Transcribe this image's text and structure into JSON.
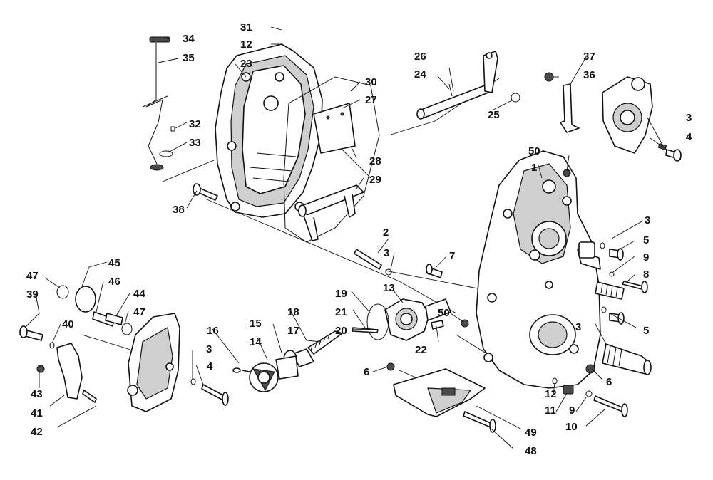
{
  "labels": {
    "l1": "1",
    "l2": "2",
    "l3a": "3",
    "l3b": "3",
    "l3c": "3",
    "l3d": "3",
    "l3e": "3",
    "l4a": "4",
    "l4b": "4",
    "l5a": "5",
    "l5b": "5",
    "l6a": "6",
    "l6b": "6",
    "l7": "7",
    "l8": "8",
    "l9a": "9",
    "l9b": "9",
    "l10": "10",
    "l11": "11",
    "l12a": "12",
    "l12b": "12",
    "l13": "13",
    "l14": "14",
    "l15": "15",
    "l16": "16",
    "l17": "17",
    "l18": "18",
    "l19": "19",
    "l20": "20",
    "l21": "21",
    "l22": "22",
    "l23": "23",
    "l24": "24",
    "l25": "25",
    "l26": "26",
    "l27": "27",
    "l28": "28",
    "l29": "29",
    "l30": "30",
    "l31": "31",
    "l32": "32",
    "l33": "33",
    "l34": "34",
    "l35": "35",
    "l36": "36",
    "l37": "37",
    "l38": "38",
    "l39": "39",
    "l40": "40",
    "l41": "41",
    "l42": "42",
    "l43": "43",
    "l44": "44",
    "l45": "45",
    "l46": "46",
    "l47a": "47",
    "l47b": "47",
    "l48": "48",
    "l49": "49",
    "l50a": "50",
    "l50b": "50"
  }
}
